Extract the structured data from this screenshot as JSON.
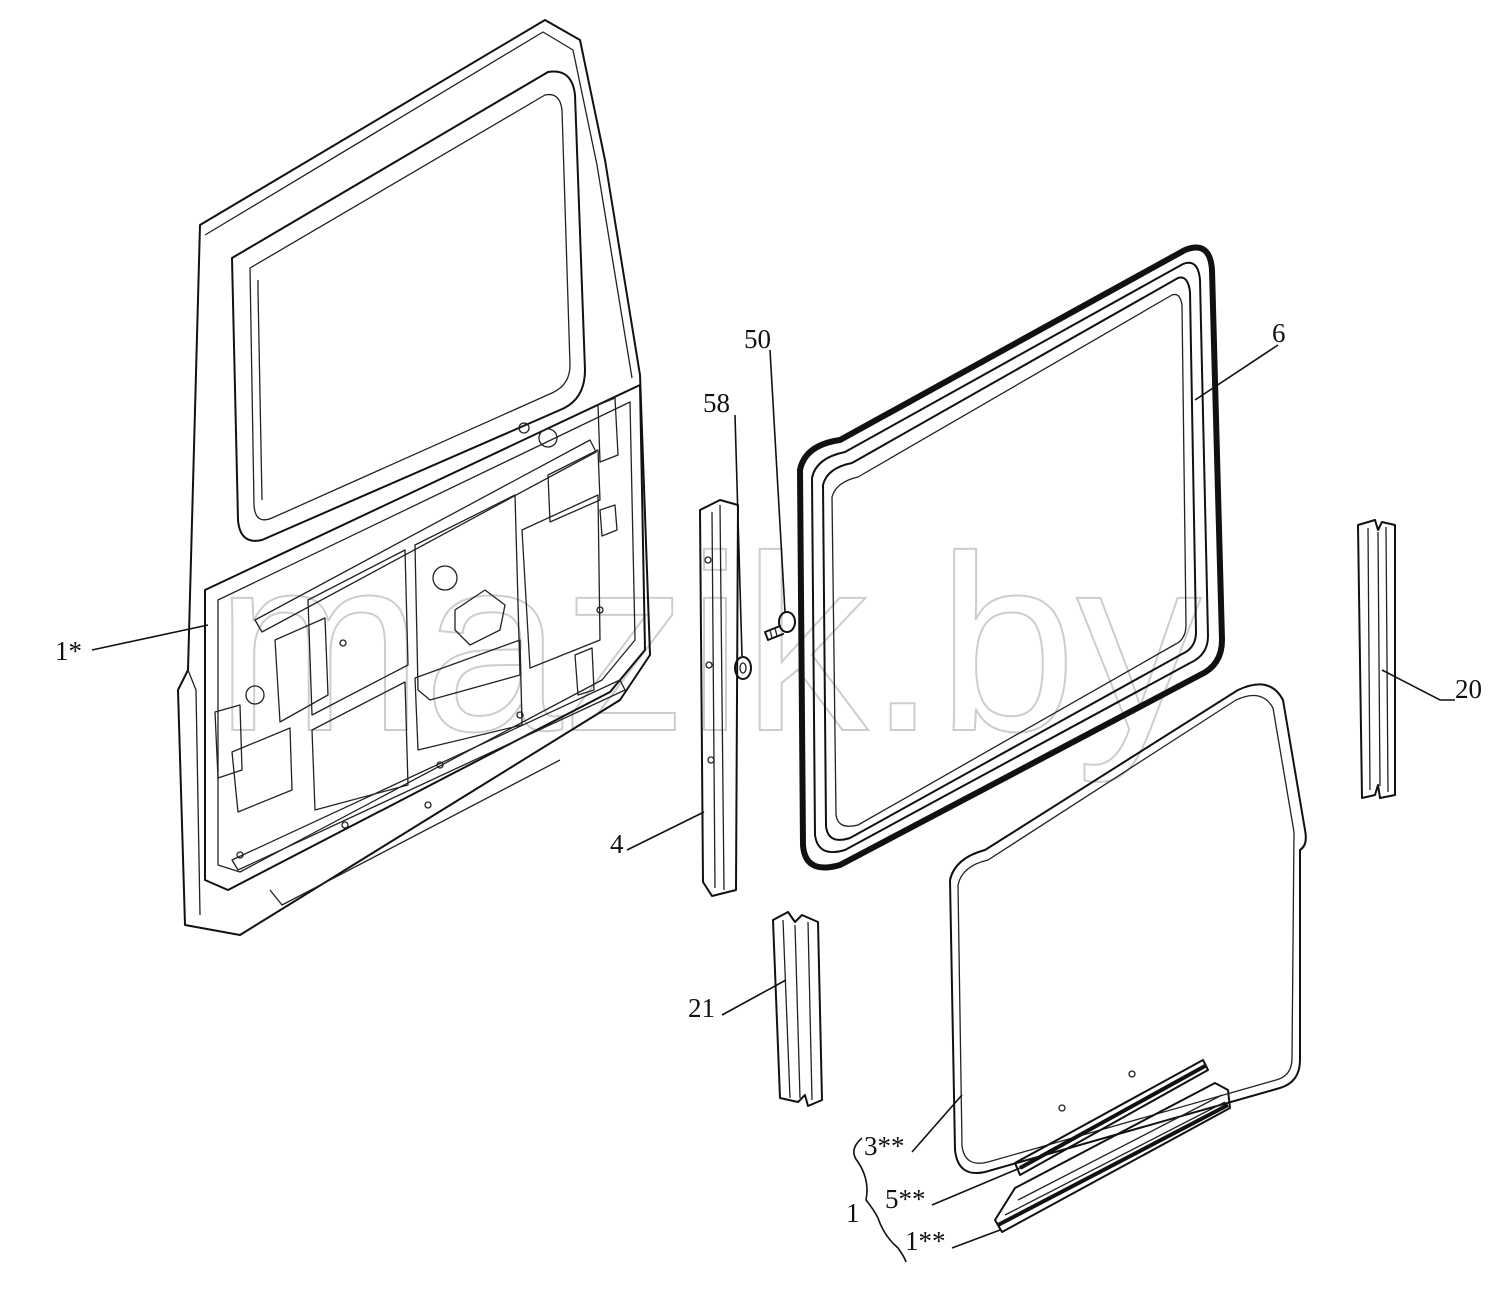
{
  "watermark": "mazik.by",
  "callouts": {
    "door_panel": "1*",
    "glass_frame_seal": "6",
    "screw": "50",
    "washer": "58",
    "channel_left": "4",
    "guide_right": "20",
    "guide_left": "21",
    "glass": "3**",
    "glass_seal_strip": "5**",
    "glass_bottom_channel": "1**",
    "assembly": "1"
  }
}
